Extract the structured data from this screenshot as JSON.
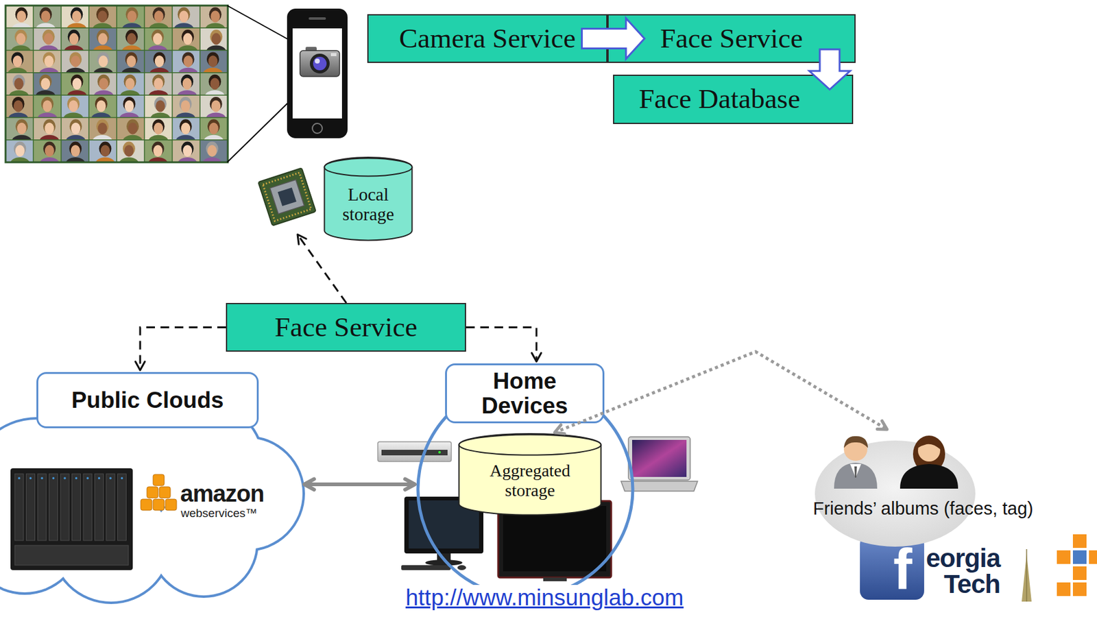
{
  "diagram": {
    "nodes": [
      {
        "text": [
          "Camera Service"
        ]
      },
      {
        "text": [
          "Face Service"
        ]
      },
      {
        "text": [
          "Face Database"
        ]
      },
      {
        "text": [
          "Local storage"
        ]
      },
      {
        "text": [
          "Face Service"
        ]
      },
      {
        "text": [
          "Public Clouds"
        ]
      },
      {
        "text": [
          "Home Devices"
        ]
      },
      {
        "text": [
          "Aggregated storage"
        ],
        "in": 6
      },
      {
        "text": [
          "Friends’ albums (faces, tag)"
        ]
      }
    ],
    "edges": [
      {
        "from": 0,
        "to": 1,
        "arrow": "to"
      },
      {
        "from": 1,
        "to": 2,
        "arrow": "to"
      },
      {
        "from": 4,
        "to": 5,
        "arrow": "to"
      },
      {
        "from": 4,
        "to": 6,
        "arrow": "to"
      },
      {
        "from": 5,
        "to": 6,
        "arrow": "both"
      },
      {
        "from": 7,
        "to": 8,
        "arrow": "both"
      }
    ],
    "labels": [
      "amazon",
      "webservices™",
      "http://www.minsunglab.com",
      "f",
      "eorgia",
      "Tech"
    ]
  }
}
